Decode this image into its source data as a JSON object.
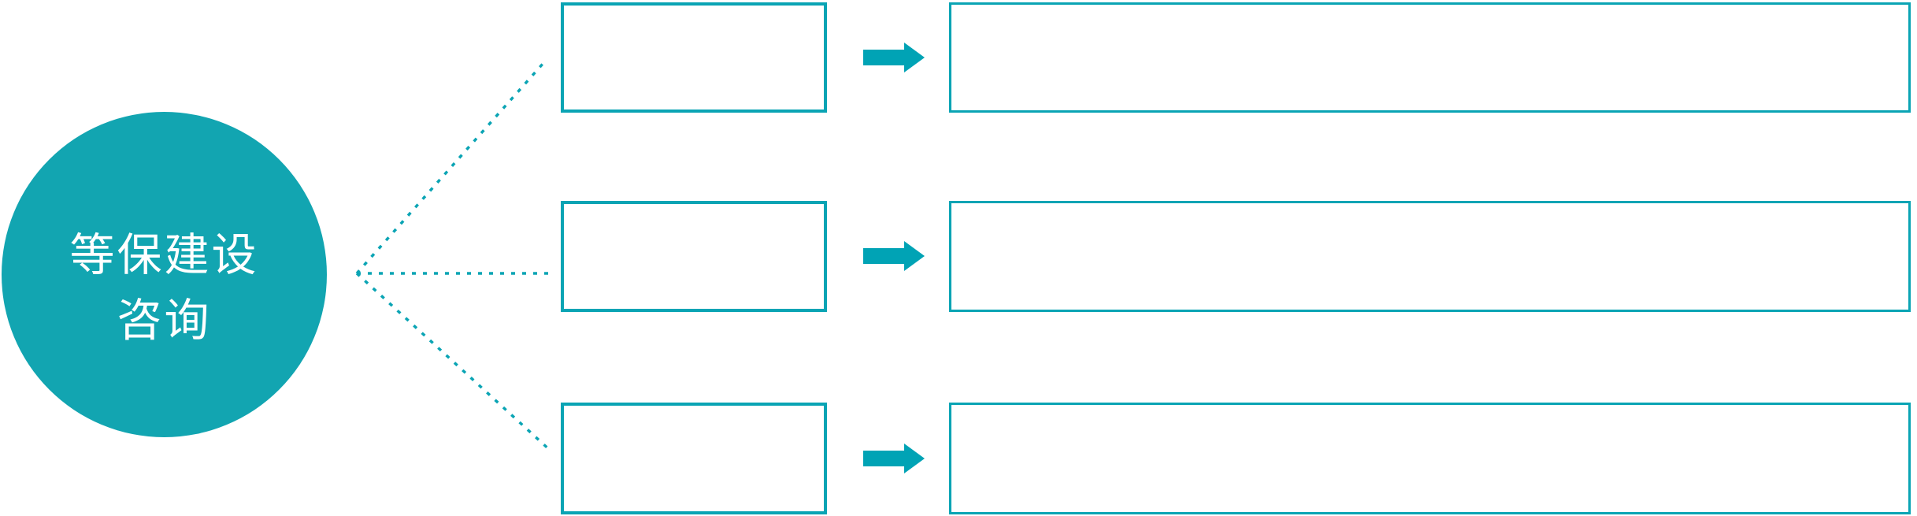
{
  "diagram": {
    "title_circle": {
      "label_lines": [
        "等保建设",
        "咨询"
      ]
    },
    "rows": [
      {
        "small_box_label": "",
        "large_box_label": ""
      },
      {
        "small_box_label": "",
        "large_box_label": ""
      },
      {
        "small_box_label": "",
        "large_box_label": ""
      }
    ],
    "icons": {
      "arrow_icon_name": "right-block-arrow-icon",
      "connector_style": "dotted-line"
    },
    "colors": {
      "circle_fill": "#12a5b1",
      "line_and_border_teal": "#0aa4b4",
      "arrow_teal": "#00a3b5",
      "text_on_circle": "#ffffff",
      "background": "#ffffff"
    }
  }
}
